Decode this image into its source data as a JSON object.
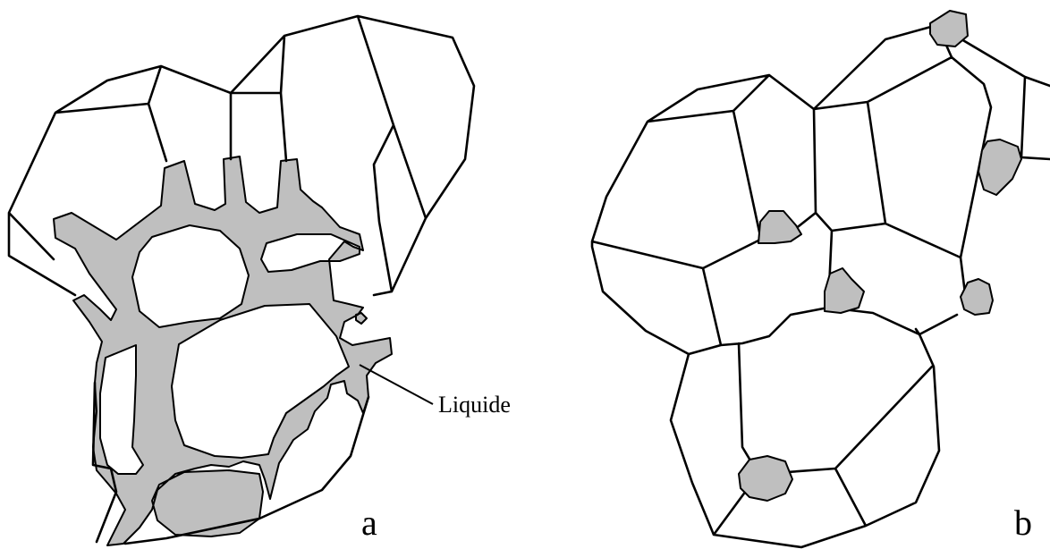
{
  "panel_a": {
    "letter": "a",
    "callout_text": "Liquide"
  },
  "panel_b": {
    "letter": "b"
  },
  "colors": {
    "liquid_fill": "#bfbfbf",
    "outline": "#000000",
    "background": "#ffffff"
  }
}
